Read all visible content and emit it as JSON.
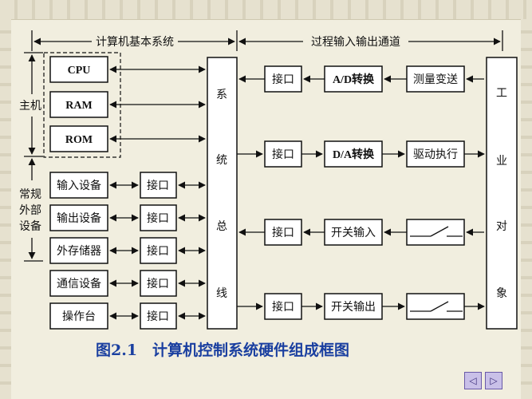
{
  "sections": {
    "computer_basic_system": "计算机基本系统",
    "process_io_channel": "过程输入输出通道"
  },
  "side_labels": {
    "host_lines": [
      "主机"
    ],
    "peripheral_lines": [
      "常规",
      "外部",
      "设备"
    ]
  },
  "host": [
    "CPU",
    "RAM",
    "ROM"
  ],
  "peripherals": [
    {
      "device": "输入设备",
      "interface": "接口"
    },
    {
      "device": "输出设备",
      "interface": "接口"
    },
    {
      "device": "外存储器",
      "interface": "接口"
    },
    {
      "device": "通信设备",
      "interface": "接口"
    },
    {
      "device": "操作台",
      "interface": "接口"
    }
  ],
  "system_bus_chars": [
    "系",
    "统",
    "总",
    "线"
  ],
  "channels": [
    {
      "interface": "接口",
      "converter": "A/D转换",
      "field": "测量变送",
      "field_type": "box"
    },
    {
      "interface": "接口",
      "converter": "D/A转换",
      "field": "驱动执行",
      "field_type": "box"
    },
    {
      "interface": "接口",
      "converter": "开关输入",
      "field": "",
      "field_type": "switch"
    },
    {
      "interface": "接口",
      "converter": "开关输出",
      "field": "",
      "field_type": "switch"
    }
  ],
  "industrial_object_chars": [
    "工",
    "业",
    "对",
    "象"
  ],
  "caption": "图2.1　计算机控制系统硬件组成框图",
  "nav_glyphs": [
    "◁",
    "▷"
  ]
}
